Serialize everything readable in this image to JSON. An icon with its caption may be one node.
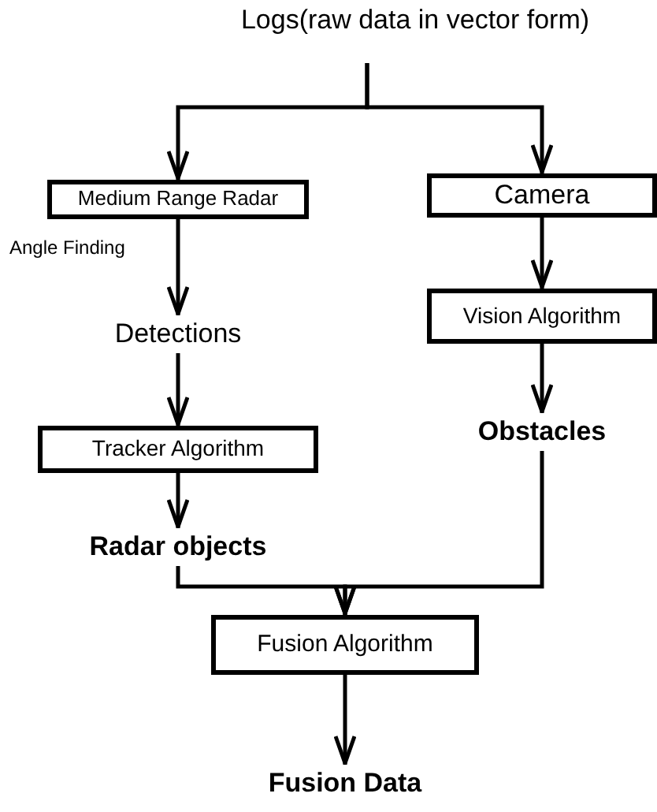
{
  "diagram": {
    "nodes": [
      {
        "text": [
          "Logs(raw data in vector form)"
        ]
      },
      {
        "text": [
          "Medium Range Radar"
        ]
      },
      {
        "text": [
          "Camera"
        ]
      },
      {
        "text": [
          "Detections"
        ]
      },
      {
        "text": [
          "Vision Algorithm"
        ]
      },
      {
        "text": [
          "Tracker Algorithm"
        ]
      },
      {
        "text": [
          "Obstacles"
        ]
      },
      {
        "text": [
          "Radar objects"
        ]
      },
      {
        "text": [
          "Fusion Algorithm"
        ]
      },
      {
        "text": [
          "Fusion Data"
        ]
      }
    ],
    "edges": [
      {
        "from": 0,
        "to": 1,
        "arrow": "to"
      },
      {
        "from": 0,
        "to": 2,
        "arrow": "to"
      },
      {
        "from": 1,
        "to": 3,
        "arrow": "to",
        "label": "Angle Finding"
      },
      {
        "from": 2,
        "to": 4,
        "arrow": "to"
      },
      {
        "from": 3,
        "to": 5,
        "arrow": "to"
      },
      {
        "from": 4,
        "to": 6,
        "arrow": "to"
      },
      {
        "from": 5,
        "to": 7,
        "arrow": "to"
      },
      {
        "from": 7,
        "to": 8,
        "arrow": "to"
      },
      {
        "from": 6,
        "to": 8,
        "arrow": "to"
      },
      {
        "from": 8,
        "to": 9,
        "arrow": "to"
      }
    ]
  }
}
